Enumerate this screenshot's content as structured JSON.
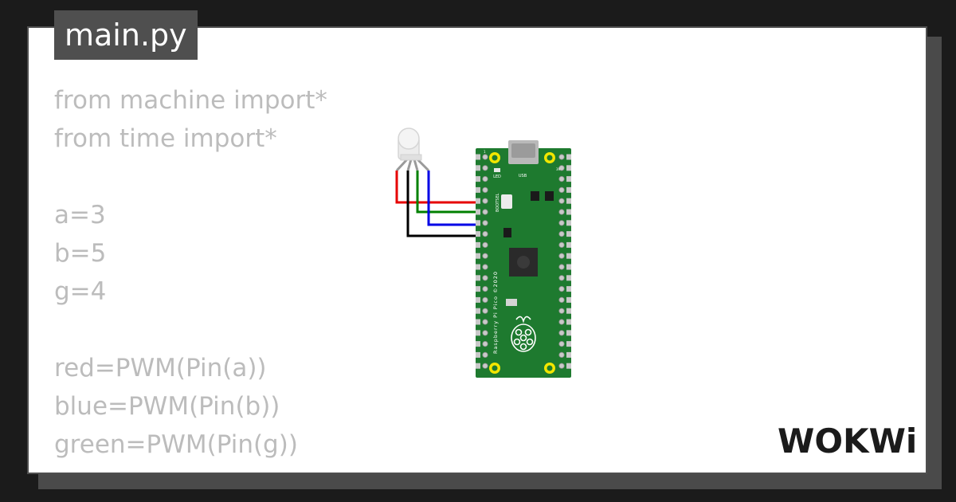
{
  "file_tab": {
    "label": "main.py"
  },
  "code": {
    "lines": [
      "from machine import*",
      "from time import*",
      "",
      "a=3",
      "b=5",
      "g=4",
      "",
      "red=PWM(Pin(a))",
      "blue=PWM(Pin(b))",
      "green=PWM(Pin(g))"
    ]
  },
  "board": {
    "name": "Raspberry Pi Pico ©2020",
    "usb_label": "USB",
    "led_label": "LED",
    "bootsel_label": "BOOTSEL",
    "pin1_label": "1",
    "pin39_label": "39",
    "color": "#1e7a2f"
  },
  "wires": {
    "red": "#e60000",
    "green": "#008000",
    "blue": "#0000e6",
    "black": "#000000"
  },
  "brand": {
    "text": "WOKWi"
  }
}
